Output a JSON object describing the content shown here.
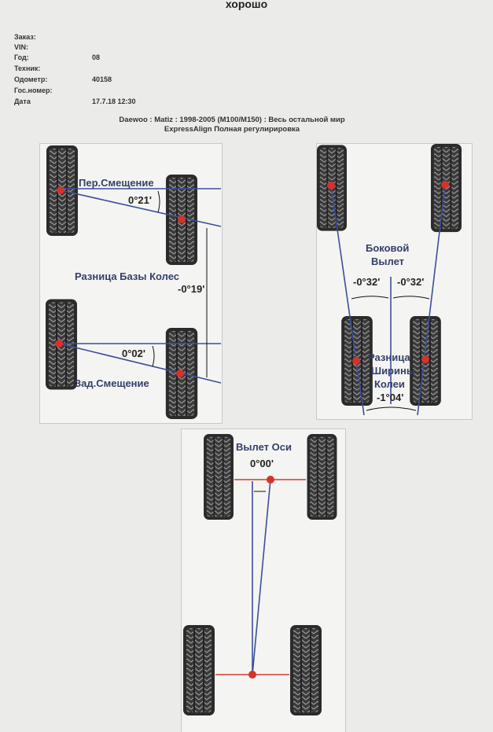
{
  "header": {
    "title": "хорошо"
  },
  "info": [
    {
      "label": "Заказ:",
      "value": ""
    },
    {
      "label": "VIN:",
      "value": ""
    },
    {
      "label": "Год:",
      "value": "08"
    },
    {
      "label": "Техник:",
      "value": ""
    },
    {
      "label": "Одометр:",
      "value": "40158"
    },
    {
      "label": "Гос.номер:",
      "value": ""
    },
    {
      "label": "Дата",
      "value": "17.7.18 12:30"
    }
  ],
  "vehicle": {
    "line1": "Daewoo : Matiz : 1998-2005 (M100/M150) : Весь остальной мир",
    "line2": "ExpressAlign Полная регулирировка"
  },
  "setback": {
    "front_label": "Пер.Смещение",
    "front_value": "0°21'",
    "wheelbase_label": "Разница Базы Колес",
    "wheelbase_value": "-0°19'",
    "rear_value": "0°02'",
    "rear_label": "Зад.Смещение"
  },
  "lateral": {
    "label_1": "Боковой",
    "label_2": "Вылет",
    "left_value": "-0°32'",
    "right_value": "-0°32'",
    "track_label_1": "Разница",
    "track_label_2": "Ширины",
    "track_label_3": "Колеи",
    "track_value": "-1°04'"
  },
  "thrust": {
    "label": "Вылет Оси",
    "value": "0°00'"
  },
  "colors": {
    "line": "#3b4f9a",
    "dot": "#d6322a",
    "axle": "#d23a30"
  }
}
